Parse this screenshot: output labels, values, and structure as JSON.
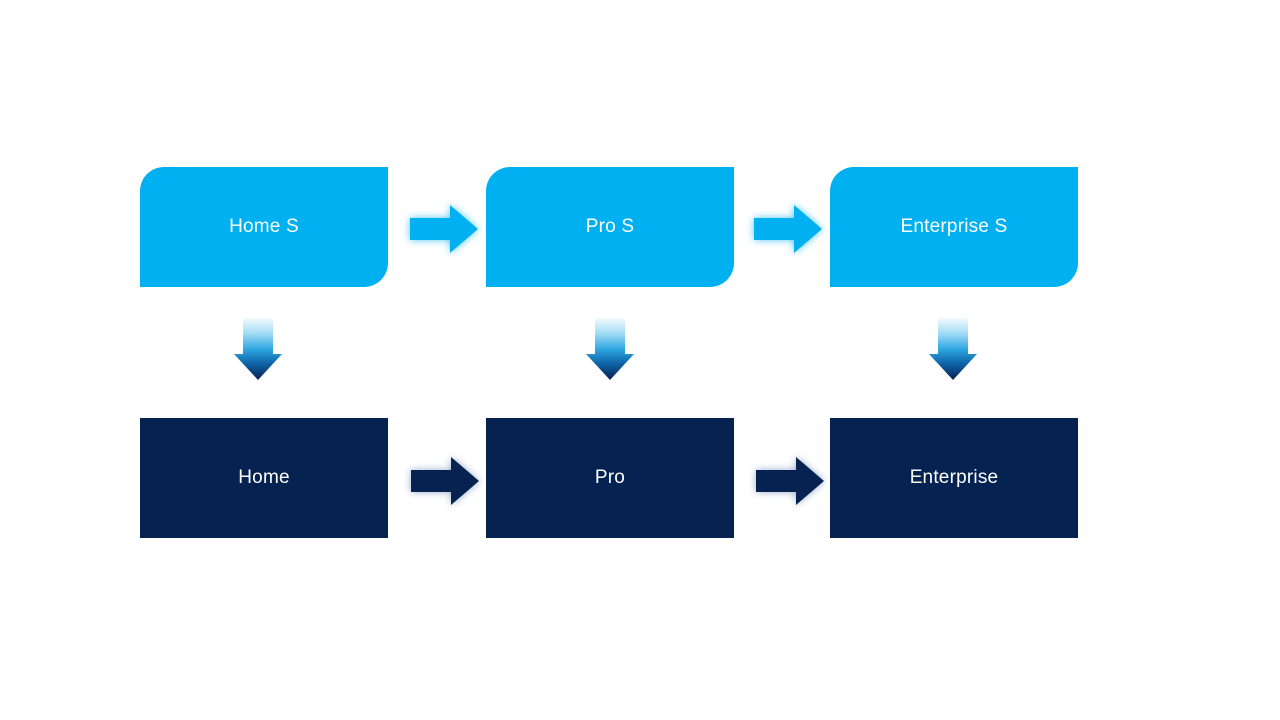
{
  "slide": {
    "background": "#ffffff"
  },
  "colors": {
    "top_box_fill": "#00b0f0",
    "bottom_box_fill": "#052251",
    "label_text": "#ffffff",
    "light_arrow_fill": "#00b0f0",
    "dark_arrow_fill": "#052251",
    "down_arrow_gradient": {
      "top": "#f4fbff",
      "upper": "#a5ddf6",
      "middle": "#2fa7e1",
      "lower": "#0e63a6",
      "bottom": "#062051"
    }
  },
  "top_row": {
    "boxes": [
      {
        "label": "Home S"
      },
      {
        "label": "Pro S"
      },
      {
        "label": "Enterprise S"
      }
    ]
  },
  "bottom_row": {
    "boxes": [
      {
        "label": "Home"
      },
      {
        "label": "Pro"
      },
      {
        "label": "Enterprise"
      }
    ]
  }
}
